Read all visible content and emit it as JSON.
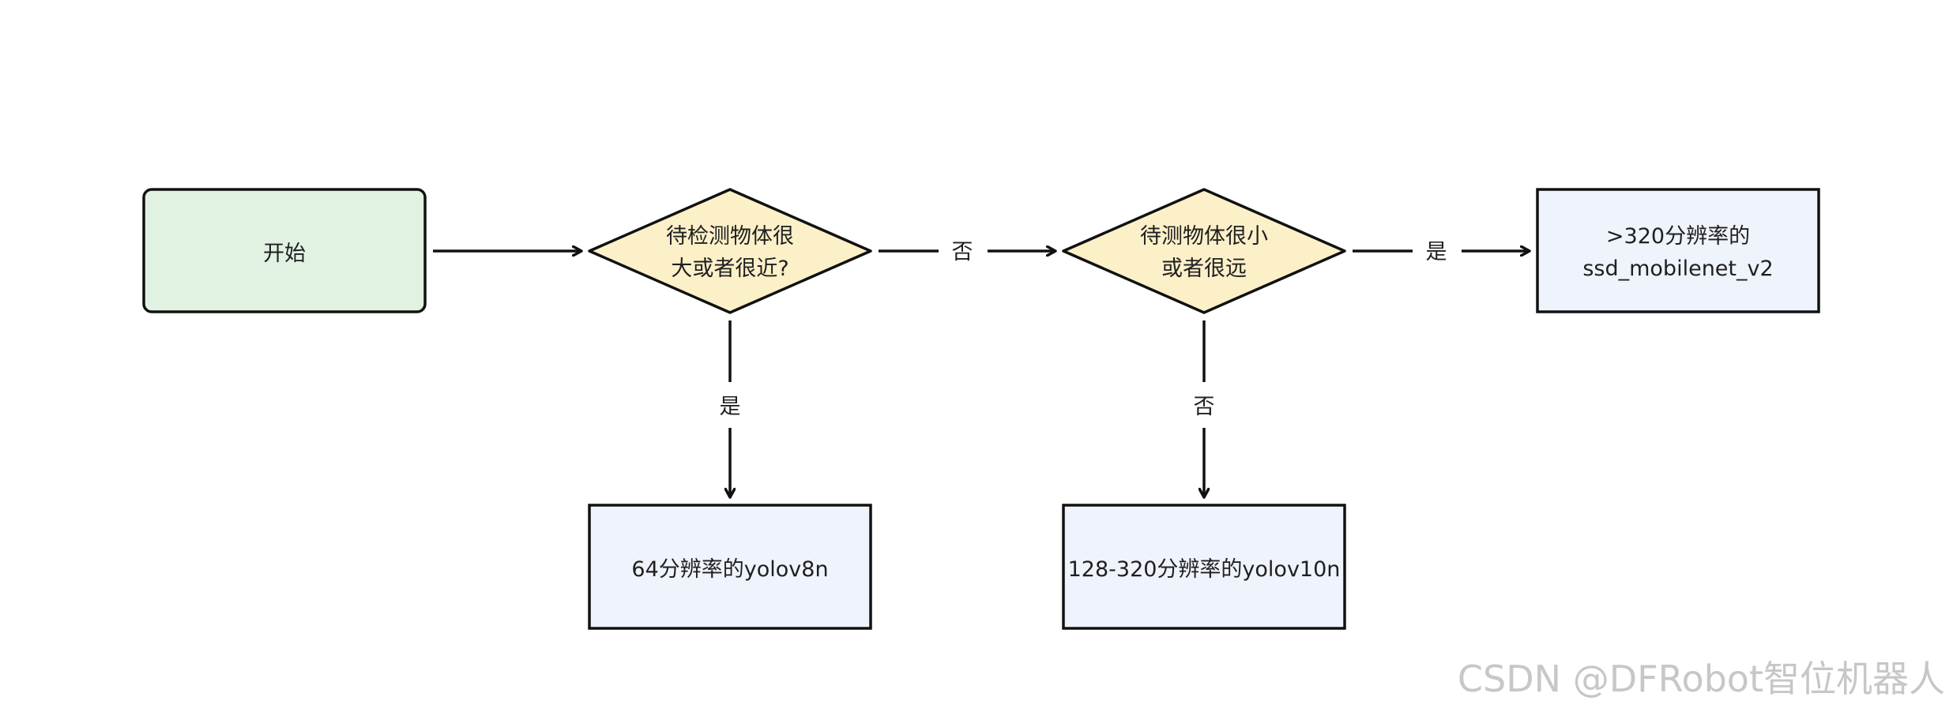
{
  "colors": {
    "start_fill": "#e1f2e3",
    "decision_fill": "#fcf0c9",
    "result_fill": "#eff3fb",
    "stroke": "#111111",
    "watermark": "#c7c7c7"
  },
  "nodes": {
    "start": {
      "label": "开始"
    },
    "decision1": {
      "line1": "待检测物体很",
      "line2": "大或者很近?"
    },
    "decision2": {
      "line1": "待测物体很小",
      "line2": "或者很远"
    },
    "result_ssd": {
      "line1": ">320分辨率的",
      "line2": "ssd_mobilenet_v2"
    },
    "result_yolov8n": {
      "label": "64分辨率的yolov8n"
    },
    "result_yolov10n": {
      "label": "128-320分辨率的yolov10n"
    }
  },
  "edges": {
    "d1_to_d2": "否",
    "d2_to_ssd": "是",
    "d1_to_yolov8n": "是",
    "d2_to_yolov10n": "否"
  },
  "watermark": "CSDN @DFRobot智位机器人"
}
